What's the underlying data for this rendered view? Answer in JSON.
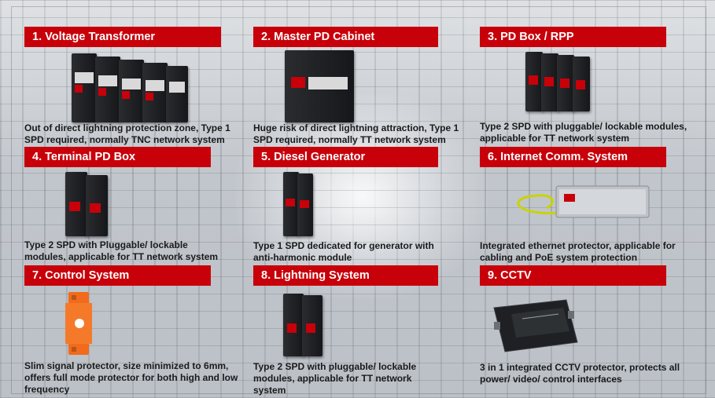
{
  "cards": [
    {
      "title": "1. Voltage Transformer",
      "description": "Out of direct lightning protection zone, Type 1 SPD required, normally TNC network system",
      "device_icon": "spd-4-pole-icon"
    },
    {
      "title": "2. Master PD Cabinet",
      "description": "Huge risk of direct lightning attraction, Type 1 SPD required, normally TT network system",
      "device_icon": "spd-type1-single-icon"
    },
    {
      "title": "3. PD Box / RPP",
      "description": "Type 2 SPD with pluggable/ lockable modules, applicable for TT network system",
      "device_icon": "spd-4-pole-pluggable-icon"
    },
    {
      "title": "4. Terminal PD Box",
      "description": "Type 2 SPD with Pluggable/ lockable modules, applicable for TT network system",
      "device_icon": "spd-2-pole-icon"
    },
    {
      "title": "5. Diesel Generator",
      "description": "Type 1 SPD dedicated for generator with anti-harmonic module",
      "device_icon": "spd-generator-icon"
    },
    {
      "title": "6. Internet Comm. System",
      "description": "Integrated ethernet protector, applicable for cabling and PoE system protection",
      "device_icon": "ethernet-protector-icon"
    },
    {
      "title": "7. Control System",
      "description": "Slim signal protector, size minimized to 6mm, offers full mode protector for both high and low frequency",
      "device_icon": "signal-protector-icon"
    },
    {
      "title": "8. Lightning System",
      "description": "Type 2 SPD with pluggable/ lockable modules, applicable for TT network system",
      "device_icon": "spd-2-pole-icon"
    },
    {
      "title": "9. CCTV",
      "description": "3 in 1 integrated CCTV protector, protects all power/ video/ control interfaces",
      "device_icon": "cctv-protector-icon"
    }
  ],
  "colors": {
    "title_bg": "#c8000a",
    "title_text": "#ffffff",
    "desc_text": "#1a1a1a"
  }
}
